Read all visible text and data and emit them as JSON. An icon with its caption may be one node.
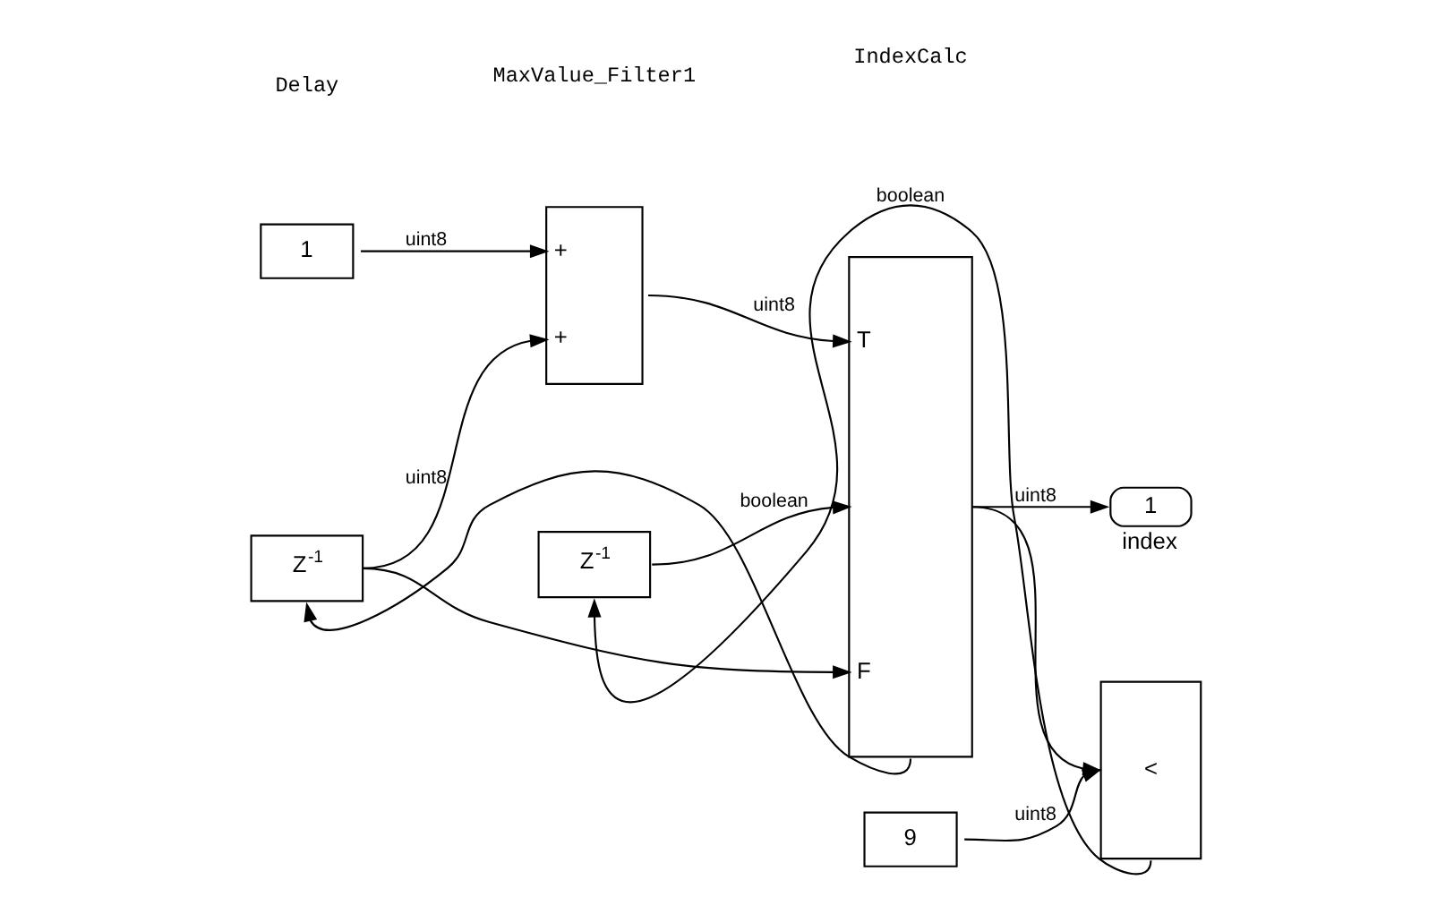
{
  "diagram": {
    "nodes": [
      {
        "text": [
          "1"
        ]
      },
      {
        "text": [
          "+",
          "+"
        ]
      },
      {
        "text": [
          "Z$^{-1}$"
        ]
      },
      {
        "text": [
          "Z$^{-1}$"
        ]
      },
      {
        "text": [
          "T",
          "F"
        ]
      },
      {
        "text": [
          "9"
        ]
      },
      {
        "text": [
          "<"
        ]
      },
      {
        "text": [
          "1"
        ],
        "beside": [
          "index"
        ]
      }
    ],
    "edges": [
      {
        "from": 0,
        "to": 1,
        "arrow": "to",
        "label": "uint8"
      },
      {
        "from": 2,
        "to": 1,
        "arrow": "to",
        "label": "uint8"
      },
      {
        "from": 1,
        "to": 4,
        "arrow": "to",
        "label": "uint8"
      },
      {
        "from": 2,
        "to": 4,
        "arrow": "to"
      },
      {
        "from": 3,
        "to": 4,
        "arrow": "to",
        "label": "boolean"
      },
      {
        "from": 4,
        "to": 7,
        "arrow": "to",
        "label": "uint8"
      },
      {
        "from": 4,
        "to": 6,
        "arrow": "to"
      },
      {
        "from": 4,
        "to": 2,
        "arrow": "to"
      },
      {
        "from": 5,
        "to": 6,
        "arrow": "to",
        "label": "uint8"
      },
      {
        "from": 6,
        "to": 3,
        "arrow": "to",
        "label": "boolean"
      }
    ],
    "labels": [
      "Delay",
      "MaxValue_Filter1",
      "IndexCalc"
    ]
  }
}
